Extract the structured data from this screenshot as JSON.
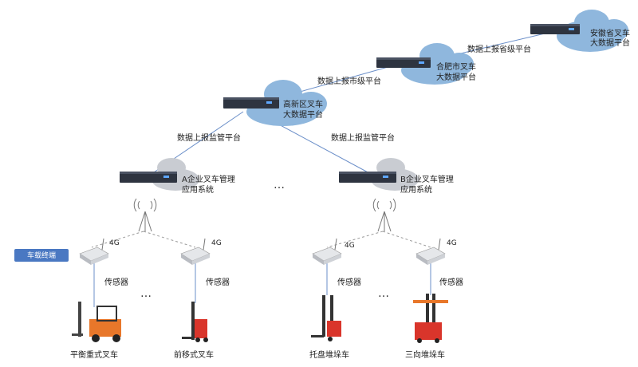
{
  "platforms": {
    "province": {
      "line1": "安徽省叉车",
      "line2": "大数据平台"
    },
    "city": {
      "line1": "合肥市叉车",
      "line2": "大数据平台"
    },
    "district": {
      "line1": "高新区叉车",
      "line2": "大数据平台"
    }
  },
  "links": {
    "to_province": "数据上报省级平台",
    "to_city": "数据上报市级平台",
    "to_regulator_a": "数据上报监管平台",
    "to_regulator_b": "数据上报监管平台"
  },
  "enterprises": {
    "a": {
      "line1": "A企业叉车管理",
      "line2": "应用系统"
    },
    "b": {
      "line1": "B企业叉车管理",
      "line2": "应用系统"
    }
  },
  "badge": {
    "label": "车载终端"
  },
  "terminals": [
    {
      "net": "4G",
      "sensor": "传感器",
      "vehicle": "平衡重式叉车",
      "color": "#e8772a"
    },
    {
      "net": "4G",
      "sensor": "传感器",
      "vehicle": "前移式叉车",
      "color": "#d9352b"
    },
    {
      "net": "4G",
      "sensor": "传感器",
      "vehicle": "托盘堆垛车",
      "color": "#d9352b"
    },
    {
      "net": "4G",
      "sensor": "传感器",
      "vehicle": "三向堆垛车",
      "color": "#d9352b"
    }
  ],
  "ellipsis": "…"
}
